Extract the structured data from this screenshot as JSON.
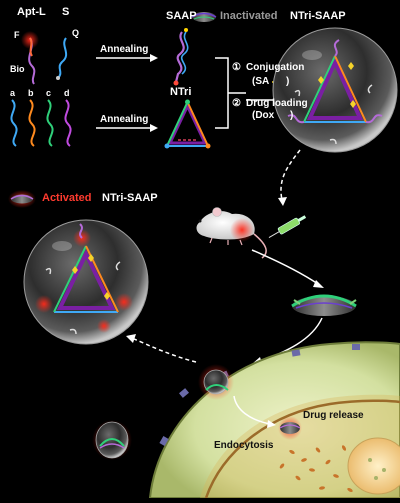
{
  "top_left": {
    "apt_l": "Apt-L",
    "s": "S",
    "f": "F",
    "q": "Q",
    "bio": "Bio",
    "annealing_1": "Annealing",
    "saap": "SAAP",
    "a": "a",
    "b": "b",
    "c": "c",
    "d": "d",
    "annealing_2": "Annealing",
    "ntri": "NTri"
  },
  "steps": {
    "step1_num": "①",
    "step1_text": "Conjugation",
    "step1_sub": "(SA",
    "step1_close": ")",
    "step2_num": "②",
    "step2_text": "Drug loading",
    "step2_sub": "(Dox",
    "step2_close": ")"
  },
  "legend_inactivated": {
    "word": "Inactivated",
    "name": "NTri-SAAP"
  },
  "legend_activated": {
    "word": "Activated",
    "name": "NTri-SAAP"
  },
  "cell": {
    "drug_release": "Drug release",
    "endocytosis": "Endocytosis"
  },
  "colors": {
    "strand_a": "#3fa9f5",
    "strand_b": "#ff8a1e",
    "strand_c": "#2fd07a",
    "strand_d": "#c04be0",
    "triangle_edge": "#7a1fa3",
    "activated": "#ff3b2f",
    "cell": "#d9e6a6"
  }
}
